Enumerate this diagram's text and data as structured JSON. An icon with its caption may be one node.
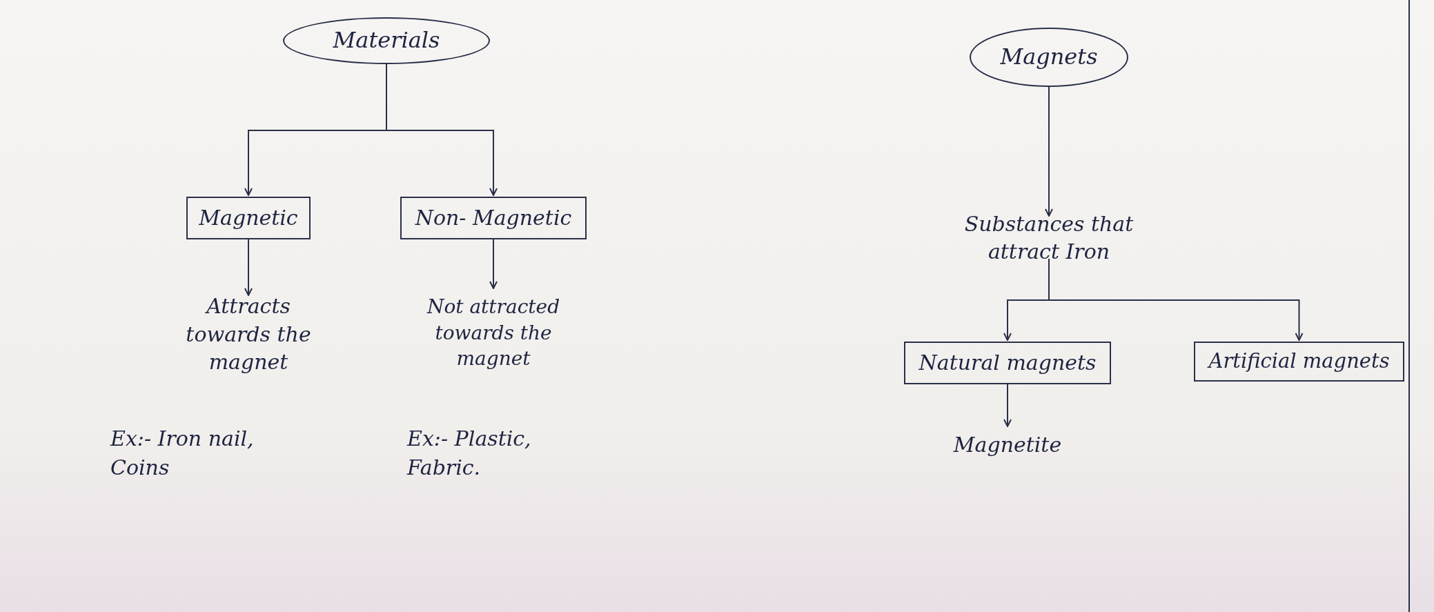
{
  "diagram": {
    "nodes": [
      {
        "text": [
          "Materials"
        ]
      },
      {
        "text": [
          "Magnetic"
        ]
      },
      {
        "text": [
          "Non- Magnetic"
        ]
      },
      {
        "text": [
          "Attracts towards the magnet"
        ]
      },
      {
        "text": [
          "Not attracted towards the magnet"
        ]
      },
      {
        "text": [
          "Magnets"
        ]
      },
      {
        "text": [
          "Substances that attract Iron"
        ]
      },
      {
        "text": [
          "Natural magnets"
        ]
      },
      {
        "text": [
          "Artificial magnets"
        ]
      },
      {
        "text": [
          "Magnetite"
        ]
      }
    ],
    "edges": [
      {
        "from": 0,
        "to": 1,
        "arrow": "to"
      },
      {
        "from": 0,
        "to": 2,
        "arrow": "to"
      },
      {
        "from": 1,
        "to": 3,
        "arrow": "to"
      },
      {
        "from": 2,
        "to": 4,
        "arrow": "to"
      },
      {
        "from": 5,
        "to": 6,
        "arrow": "to"
      },
      {
        "from": 6,
        "to": 7,
        "arrow": "to"
      },
      {
        "from": 6,
        "to": 8,
        "arrow": "to"
      },
      {
        "from": 7,
        "to": 9,
        "arrow": "to"
      }
    ],
    "labels": [
      "Ex:- Iron nail, Coins",
      "Ex:- Plastic, Fabric."
    ]
  }
}
